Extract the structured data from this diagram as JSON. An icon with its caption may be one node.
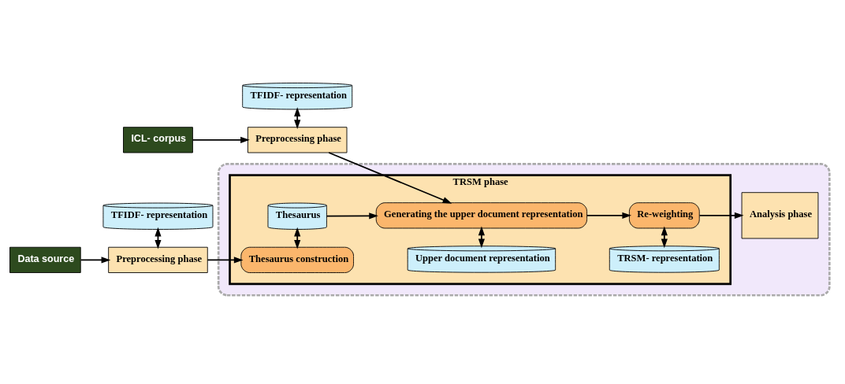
{
  "diagram": {
    "nodes": [
      {
        "text": [
          "Data source"
        ]
      },
      {
        "text": [
          "TFIDF- representation"
        ]
      },
      {
        "text": [
          "Preprocessing phase"
        ]
      },
      {
        "text": [
          "ICL- corpus"
        ]
      },
      {
        "text": [
          "TFIDF- representation"
        ]
      },
      {
        "text": [
          "Preprocessing phase"
        ]
      },
      {
        "text": [],
        "shape": "box"
      },
      {
        "text": [
          "TRSM phase"
        ],
        "in": 6
      },
      {
        "text": [
          "Thesaurus construction"
        ],
        "in": 7
      },
      {
        "text": [
          "Thesaurus"
        ],
        "in": 7
      },
      {
        "text": [
          "Upper document representation"
        ],
        "in": 7
      },
      {
        "text": [
          "TRSM- representation"
        ],
        "in": 7
      },
      {
        "text": [
          "Generating the upper document representation"
        ],
        "in": 7
      },
      {
        "text": [
          "Re-weighting"
        ],
        "in": 7
      },
      {
        "text": [
          "Analysis phase"
        ],
        "in": 6
      }
    ],
    "edges": [
      {
        "from": 0,
        "to": 2,
        "arrow": "to"
      },
      {
        "from": 1,
        "to": 2,
        "arrow": "both"
      },
      {
        "from": 2,
        "to": 8,
        "arrow": "to"
      },
      {
        "from": 3,
        "to": 5,
        "arrow": "to"
      },
      {
        "from": 4,
        "to": 5,
        "arrow": "both"
      },
      {
        "from": 5,
        "to": 12,
        "arrow": "to"
      },
      {
        "from": 8,
        "to": 9,
        "arrow": "both"
      },
      {
        "from": 9,
        "to": 12,
        "arrow": "to"
      },
      {
        "from": 10,
        "to": 12,
        "arrow": "both"
      },
      {
        "from": 12,
        "to": 13,
        "arrow": "to"
      },
      {
        "from": 11,
        "to": 13,
        "arrow": "both"
      },
      {
        "from": 13,
        "to": 14,
        "arrow": "to"
      }
    ]
  }
}
